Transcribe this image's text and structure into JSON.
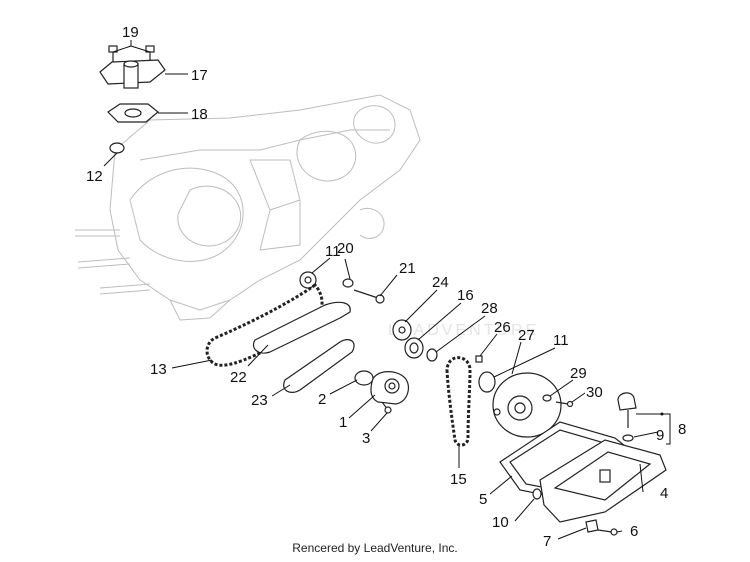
{
  "callouts": {
    "c1": "1",
    "c2": "2",
    "c3": "3",
    "c4": "4",
    "c5": "5",
    "c6": "6",
    "c7": "7",
    "c8": "8",
    "c9": "9",
    "c10": "10",
    "c11a": "11",
    "c11b": "11",
    "c12": "12",
    "c13": "13",
    "c15": "15",
    "c16": "16",
    "c17": "17",
    "c18": "18",
    "c19": "19",
    "c20": "20",
    "c21": "21",
    "c22": "22",
    "c23": "23",
    "c24": "24",
    "c26": "26",
    "c27": "27",
    "c28": "28",
    "c29": "29",
    "c30": "30"
  },
  "watermark": "LEADVENTURE",
  "footer": "Rencered by LeadVenture, Inc."
}
